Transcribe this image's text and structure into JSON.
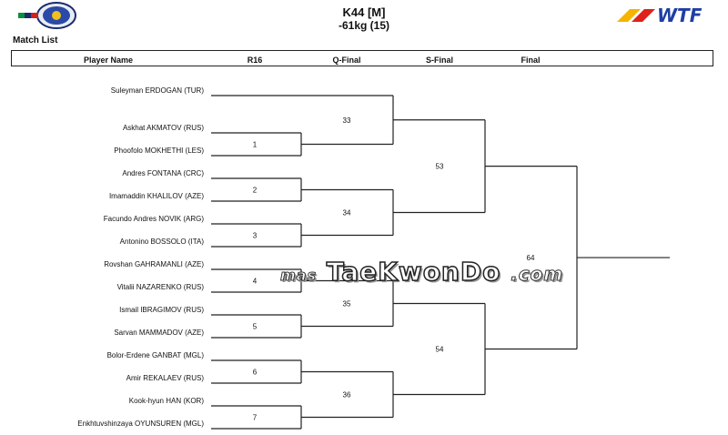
{
  "header": {
    "title": "K44 [M]",
    "subtitle": "-61kg (15)",
    "match_list_label": "Match List",
    "right_logo_text": "WTF"
  },
  "columns": [
    "Player Name",
    "R16",
    "Q-Final",
    "S-Final",
    "Final"
  ],
  "players": [
    "Suleyman ERDOGAN (TUR)",
    "Askhat AKMATOV (RUS)",
    "Phoofolo MOKHETHI (LES)",
    "Andres FONTANA (CRC)",
    "Imamaddin KHALILOV (AZE)",
    "Facundo Andres NOVIK (ARG)",
    "Antonino BOSSOLO (ITA)",
    "Rovshan GAHRAMANLI (AZE)",
    "Vitalii NAZARENKO (RUS)",
    "Ismail IBRAGIMOV (RUS)",
    "Sarvan MAMMADOV (AZE)",
    "Bolor-Erdene GANBAT (MGL)",
    "Amir REKALAEV (RUS)",
    "Kook-hyun HAN (KOR)",
    "Enkhtuvshinzaya OYUNSUREN (MGL)"
  ],
  "matches": {
    "r16": [
      "1",
      "2",
      "3",
      "4",
      "5",
      "6",
      "7"
    ],
    "qf": [
      "33",
      "34",
      "35",
      "36"
    ],
    "sf": [
      "53",
      "54"
    ],
    "final": "64"
  },
  "watermark": {
    "prefix": "mas",
    "main": "TaeKwonDo",
    "suffix": ".com"
  },
  "colors": {
    "line": "#222222",
    "wtf_blue": "#1f3fa6",
    "wtf_red": "#e0201b",
    "wtf_yellow": "#f5b400"
  }
}
